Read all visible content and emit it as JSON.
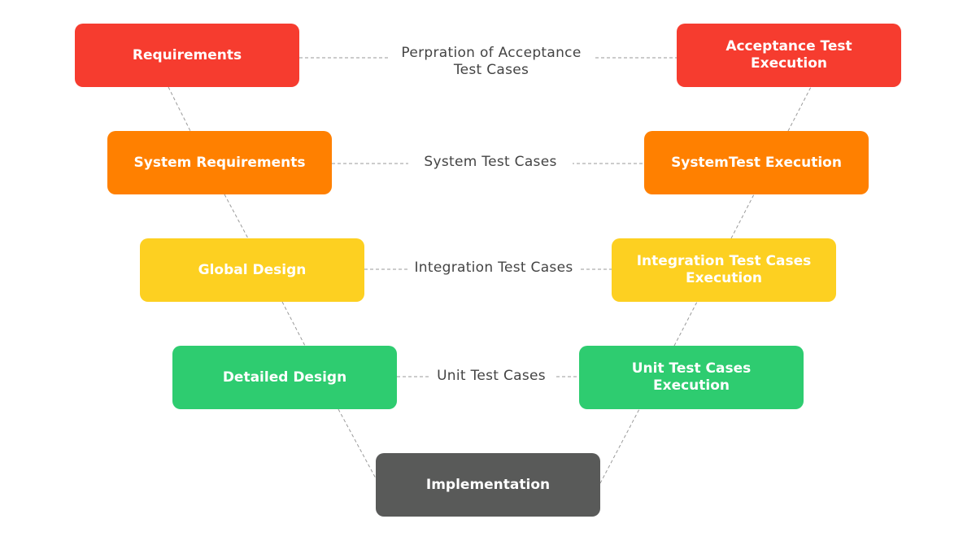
{
  "diagram": {
    "left_column": [
      {
        "label": "Requirements",
        "color": "#f63c2f"
      },
      {
        "label": "System Requirements",
        "color": "#ff8000"
      },
      {
        "label": "Global Design",
        "color": "#fdd021"
      },
      {
        "label": "Detailed Design",
        "color": "#2ecc70"
      }
    ],
    "bottom": {
      "label": "Implementation",
      "color": "#595a59"
    },
    "right_column": [
      {
        "label": "Acceptance Test Execution",
        "color": "#f63c2f"
      },
      {
        "label": "SystemTest Execution",
        "color": "#ff8000"
      },
      {
        "label": "Integration Test Cases\nExecution",
        "color": "#fdd021"
      },
      {
        "label": "Unit Test Cases\nExecution",
        "color": "#2ecc70"
      }
    ],
    "connector_labels": [
      "Perpration of Acceptance\nTest Cases",
      "System Test Cases",
      "Integration Test Cases",
      "Unit Test Cases"
    ],
    "line_color": "#9a9a9a",
    "text_color": "#444444"
  }
}
